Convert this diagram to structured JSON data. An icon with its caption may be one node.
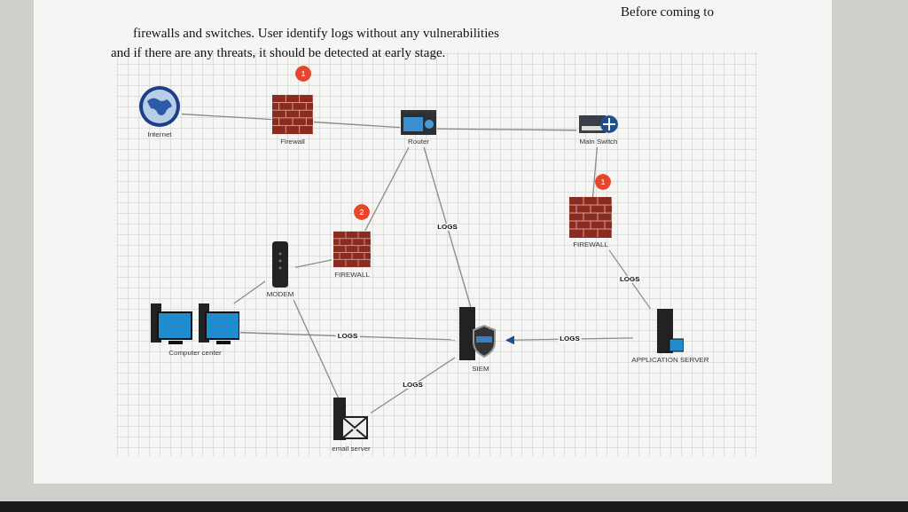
{
  "diagram": {
    "nodes": [
      {
        "text": [
          "Internet"
        ]
      },
      {
        "text": [
          "Firewall"
        ],
        "beside": [
          "1"
        ]
      },
      {
        "text": [
          "Router"
        ]
      },
      {
        "text": [
          "Main Switch"
        ]
      },
      {
        "text": [
          "FIREWALL"
        ],
        "beside": [
          "1"
        ]
      },
      {
        "text": [
          "FIREWALL"
        ],
        "beside": [
          "2"
        ]
      },
      {
        "text": [
          "MODEM"
        ]
      },
      {
        "text": [
          "Computer center"
        ]
      },
      {
        "text": [
          "SIEM"
        ]
      },
      {
        "text": [
          "APPLICATION SERVER"
        ]
      },
      {
        "text": [
          "email server"
        ]
      }
    ],
    "edges": [
      {
        "from": 0,
        "to": 1,
        "arrow": "none"
      },
      {
        "from": 1,
        "to": 2,
        "arrow": "none"
      },
      {
        "from": 2,
        "to": 3,
        "arrow": "none"
      },
      {
        "from": 3,
        "to": 4,
        "arrow": "none"
      },
      {
        "from": 2,
        "to": 5,
        "arrow": "none"
      },
      {
        "from": 5,
        "to": 6,
        "arrow": "none"
      },
      {
        "from": 6,
        "to": 7,
        "arrow": "none"
      },
      {
        "from": 6,
        "to": 10,
        "arrow": "none"
      },
      {
        "from": 2,
        "to": 8,
        "arrow": "none",
        "label": "LOGS"
      },
      {
        "from": 7,
        "to": 8,
        "arrow": "none",
        "label": "LOGS"
      },
      {
        "from": 10,
        "to": 8,
        "arrow": "none",
        "label": "LOGS"
      },
      {
        "from": 4,
        "to": 9,
        "arrow": "none",
        "label": "LOGS"
      },
      {
        "from": 9,
        "to": 8,
        "arrow": "to",
        "label": "LOGS"
      }
    ],
    "labels": [
      "Before coming to",
      "firewalls and switches. User identify logs without any vulnerabilities",
      "and if there are any threats, it should be detected at early stage."
    ]
  }
}
